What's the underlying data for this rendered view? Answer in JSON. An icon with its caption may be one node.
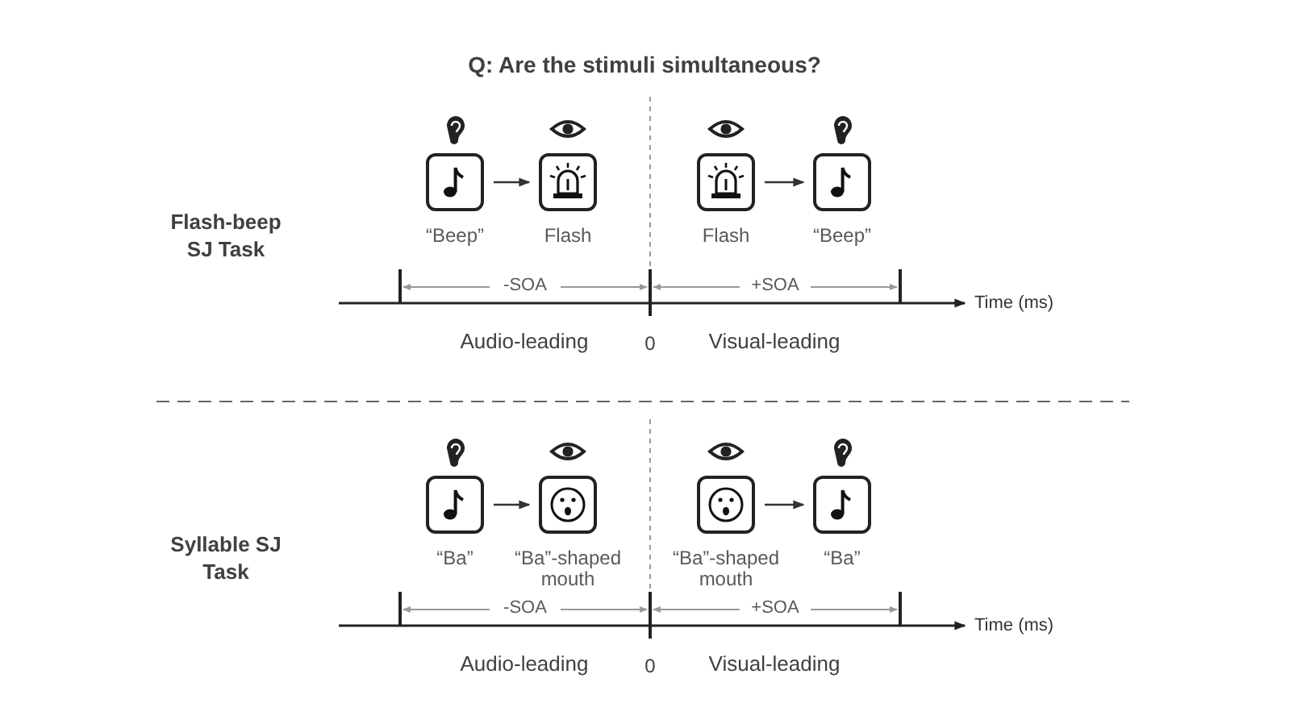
{
  "diagram": {
    "title": "Q: Are the stimuli simultaneous?",
    "nodes": [
      {
        "text": [],
        "shape": "box",
        "beside": [
          "“Beep”"
        ]
      },
      {
        "text": [],
        "shape": "box",
        "beside": [
          "Flash"
        ]
      },
      {
        "text": [],
        "shape": "box",
        "beside": [
          "Flash"
        ]
      },
      {
        "text": [],
        "shape": "box",
        "beside": [
          "“Beep”"
        ]
      },
      {
        "text": [],
        "shape": "box",
        "beside": [
          "“Ba”"
        ]
      },
      {
        "text": [],
        "shape": "box",
        "beside": [
          "“Ba”-shaped mouth"
        ]
      },
      {
        "text": [],
        "shape": "box",
        "beside": [
          "“Ba”-shaped mouth"
        ]
      },
      {
        "text": [],
        "shape": "box",
        "beside": [
          "“Ba”"
        ]
      }
    ],
    "edges": [
      {
        "from": 0,
        "to": 1,
        "arrow": "to"
      },
      {
        "from": 2,
        "to": 3,
        "arrow": "to"
      },
      {
        "from": 4,
        "to": 5,
        "arrow": "to"
      },
      {
        "from": 6,
        "to": 7,
        "arrow": "to"
      }
    ],
    "labels": [
      "Flash-beep SJ Task",
      "-SOA",
      "+SOA",
      "Time (ms)",
      "Audio-leading",
      "0",
      "Visual-leading",
      "Syllable SJ Task",
      "-SOA",
      "+SOA",
      "Time (ms)",
      "Audio-leading",
      "0",
      "Visual-leading"
    ]
  }
}
